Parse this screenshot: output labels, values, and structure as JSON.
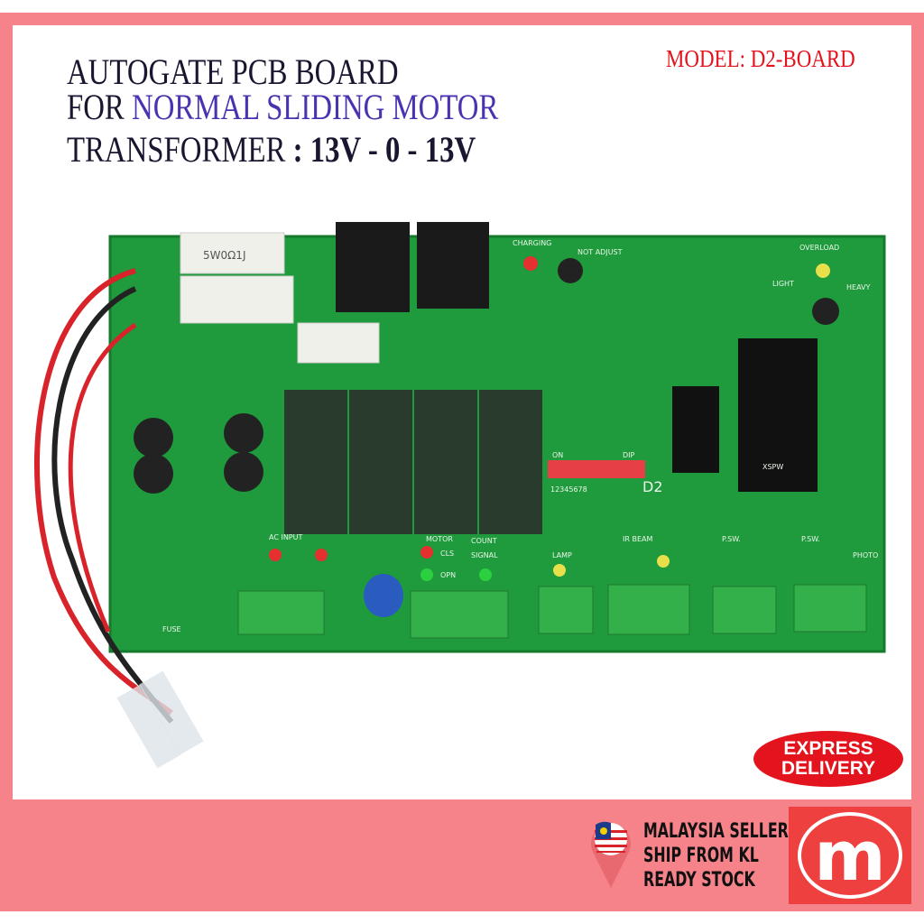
{
  "heading": {
    "line1": "AUTOGATE PCB BOARD",
    "line2_prefix": "FOR ",
    "line2_accent": "NORMAL SLIDING MOTOR",
    "line3_label": "TRANSFORMER ",
    "line3_value": ": 13V - 0 - 13V",
    "model": "MODEL: D2-BOARD"
  },
  "board": {
    "silkscreen": [
      "CHARGING",
      "NOT ADJUST",
      "OVERLOAD",
      "LIGHT",
      "HEAVY",
      "D2",
      "AC INPUT",
      "FUSE",
      "MOTOR",
      "CLS",
      "OPN",
      "COUNT",
      "SIGNAL",
      "LAMP",
      "IR BEAM",
      "P.SW.",
      "P.SW.",
      "PHOTO",
      "ON",
      "DIP",
      "12345678",
      "5W0Ω1J",
      "XSPW"
    ]
  },
  "badge": {
    "line1": "EXPRESS",
    "line2": "DELIVERY",
    "color": "#e3141e"
  },
  "seller": {
    "line1": "MALAYSIA SELLER",
    "line2": "SHIP FROM KL",
    "line3": "READY STOCK"
  },
  "logo": {
    "letter": "m",
    "color": "#ef4040"
  },
  "colors": {
    "border": "#f7838a",
    "pcb": "#1f9a3c",
    "accent": "#4b32b0"
  }
}
